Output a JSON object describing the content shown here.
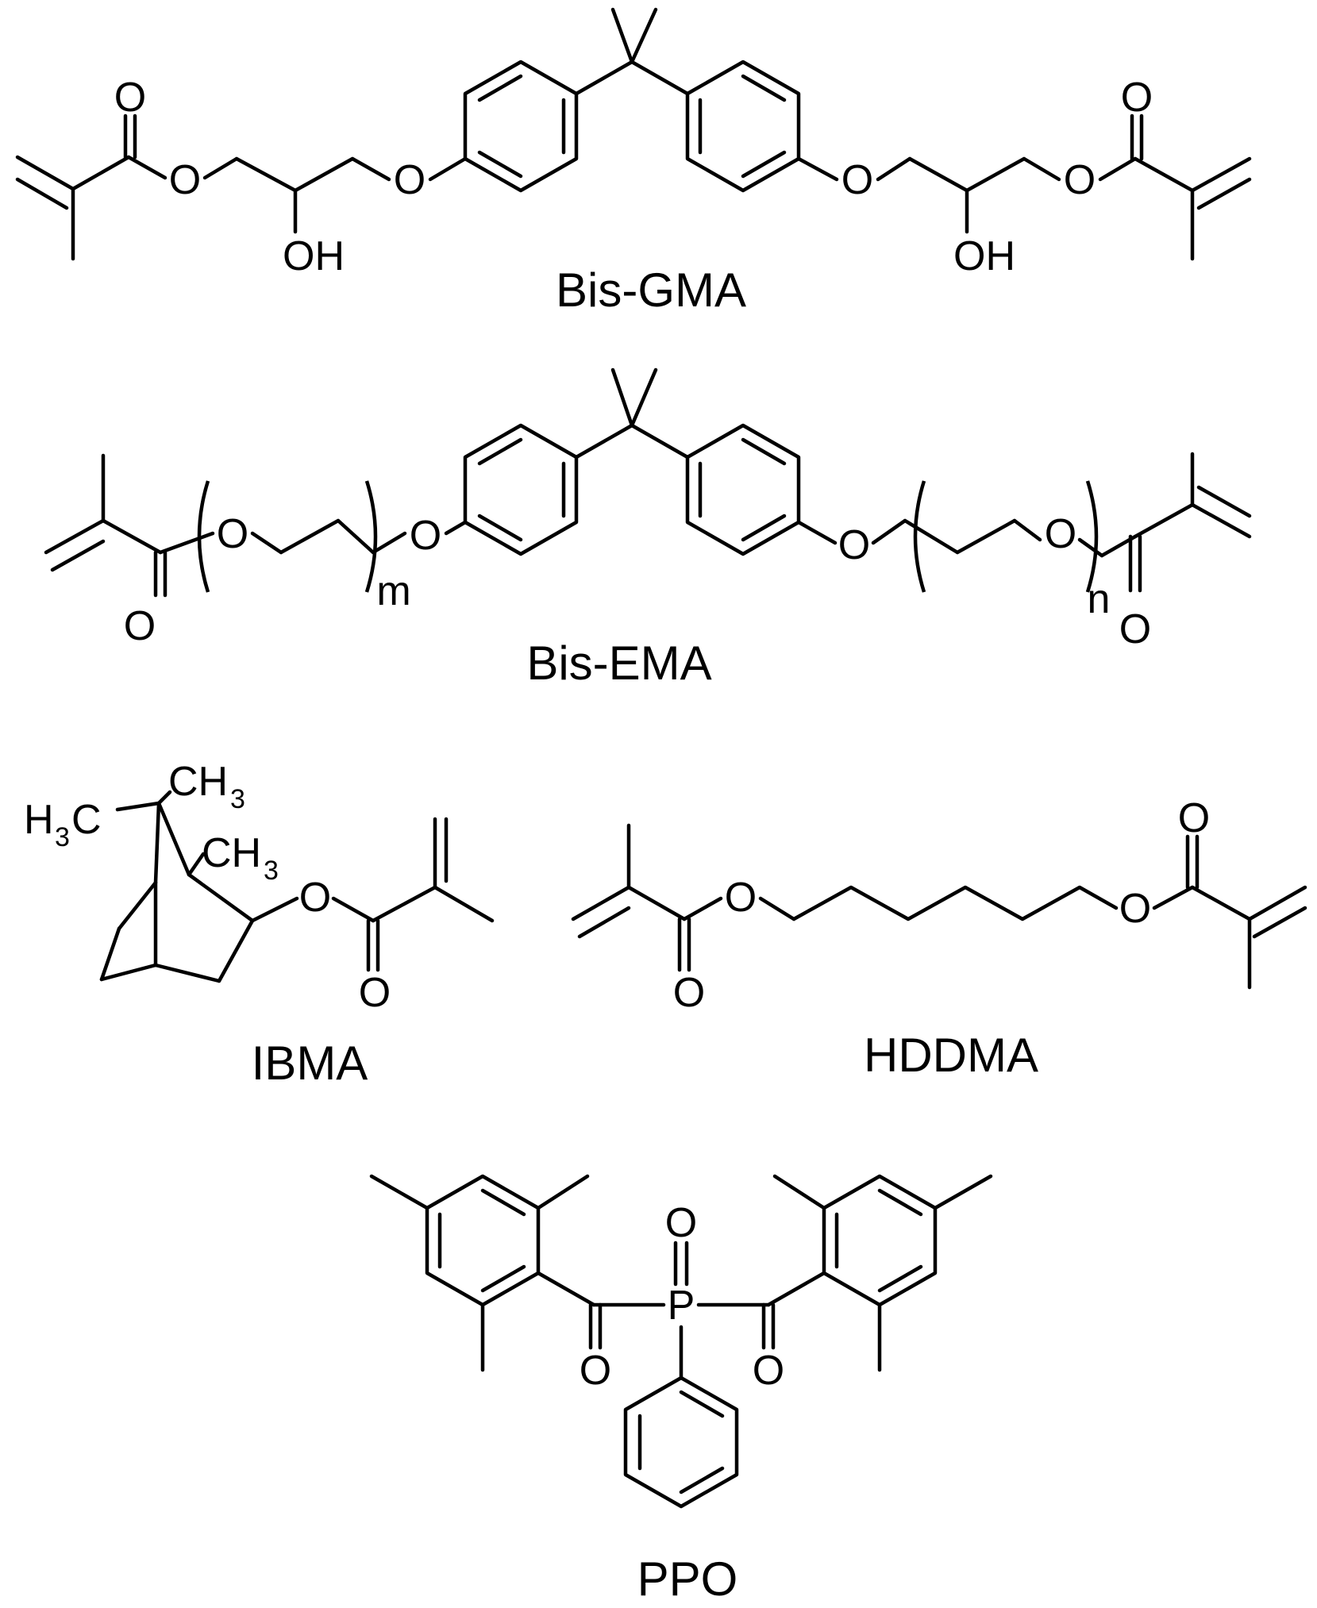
{
  "molecules": {
    "bisgma": {
      "name": "Bis-GMA",
      "atoms": {
        "o_carbonyl_left": "O",
        "o_ester_left": "O",
        "oh_left": "OH",
        "o_ether_left": "O",
        "o_ether_right": "O",
        "oh_right": "OH",
        "o_ester_right": "O",
        "o_carbonyl_right": "O"
      }
    },
    "bisema": {
      "name": "Bis-EMA",
      "atoms": {
        "o_carbonyl_left": "O",
        "o_chain_left": "O",
        "o_link_left": "O",
        "m": "m",
        "o_link_right": "O",
        "o_chain_right": "O",
        "n": "n",
        "o_carbonyl_right": "O"
      }
    },
    "ibma": {
      "name": "IBMA",
      "atoms": {
        "h3c": "H",
        "h3c_sub": "3",
        "h3c_c": "C",
        "ch3_top": "CH",
        "ch3_top_sub": "3",
        "ch3_mid": "CH",
        "ch3_mid_sub": "3",
        "o_ester": "O",
        "o_carbonyl": "O"
      }
    },
    "hddma": {
      "name": "HDDMA",
      "atoms": {
        "o_carbonyl_left": "O",
        "o_ester_left": "O",
        "o_ester_right": "O",
        "o_carbonyl_right": "O"
      }
    },
    "ppo": {
      "name": "PPO",
      "atoms": {
        "p": "P",
        "o_phosphoryl": "O",
        "o_carbonyl_left": "O",
        "o_carbonyl_right": "O"
      }
    }
  }
}
